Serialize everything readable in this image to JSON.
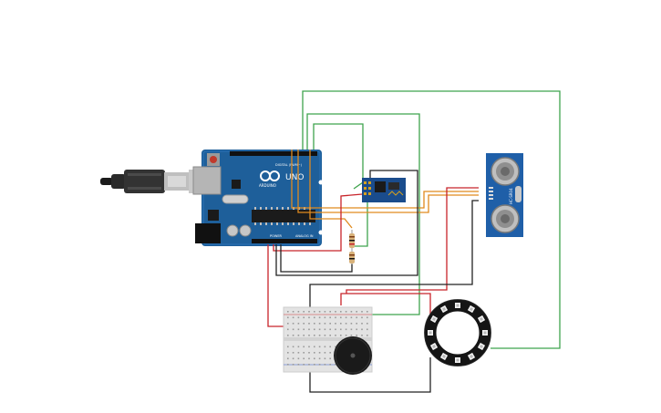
{
  "colors": {
    "arduino_board": "#1e5f9a",
    "arduino_dark": "#154a7a",
    "wire_green": "#3fa34d",
    "wire_red": "#c8242a",
    "wire_black": "#222222",
    "wire_orange": "#e08a1e",
    "breadboard": "#e6e6e6",
    "sensor_board": "#1f5fa8",
    "ring_body": "#111111",
    "buzzer": "#1a1a1a"
  },
  "arduino": {
    "name": "UNO",
    "brand": "ARDUINO",
    "power_label": "POWER",
    "analog_label": "ANALOG IN",
    "digital_label": "DIGITAL (PWM~)"
  },
  "ultrasonic": {
    "label": "HC-SR04"
  },
  "components": {
    "usb_cable": "usb-cable-icon",
    "wifi_module": "esp8266-icon",
    "resistors": "resistor-icon",
    "breadboard": "breadboard-icon",
    "buzzer": "piezo-buzzer-icon",
    "neopixel_ring": "led-ring-icon"
  }
}
